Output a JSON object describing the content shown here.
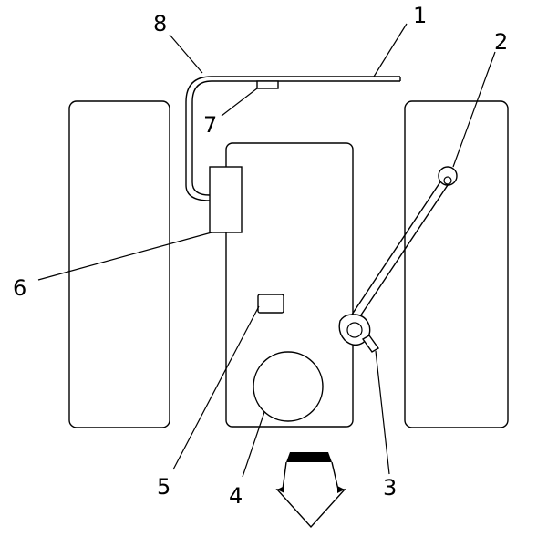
{
  "colors": {
    "stroke": "#000000",
    "background": "#ffffff"
  },
  "callouts": {
    "c1": "1",
    "c2": "2",
    "c3": "3",
    "c4": "4",
    "c5": "5",
    "c6": "6",
    "c7": "7",
    "c8": "8"
  },
  "icons": {
    "front_arrow": "arrow-down-icon"
  }
}
